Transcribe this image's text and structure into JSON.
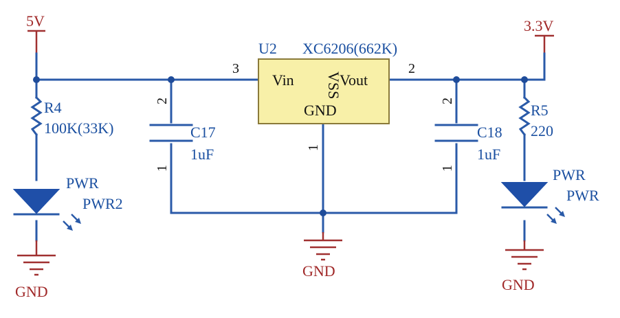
{
  "supply": {
    "in_label": "5V",
    "out_label": "3.3V"
  },
  "regulator": {
    "ref": "U2",
    "part": "XC6206(662K)",
    "pin_vin": "Vin",
    "pin_vout": "Vout",
    "pin_vss": "VSS",
    "pin_gnd": "GND",
    "pin_num_in": "3",
    "pin_num_out": "2",
    "pin_num_gnd": "1"
  },
  "r4": {
    "ref": "R4",
    "value": "100K(33K)"
  },
  "r5": {
    "ref": "R5",
    "value": "220"
  },
  "c17": {
    "ref": "C17",
    "value": "1uF",
    "pin_top": "2",
    "pin_bottom": "1"
  },
  "c18": {
    "ref": "C18",
    "value": "1uF",
    "pin_top": "2",
    "pin_bottom": "1"
  },
  "led_left": {
    "name": "PWR",
    "ref": "PWR2"
  },
  "led_right": {
    "name": "PWR",
    "ref": "PWR"
  },
  "ground": {
    "left": "GND",
    "center": "GND",
    "right": "GND"
  },
  "colors": {
    "wire": "#2a5aa8",
    "power": "#a03030",
    "ic_fill": "#f8f0a8"
  }
}
